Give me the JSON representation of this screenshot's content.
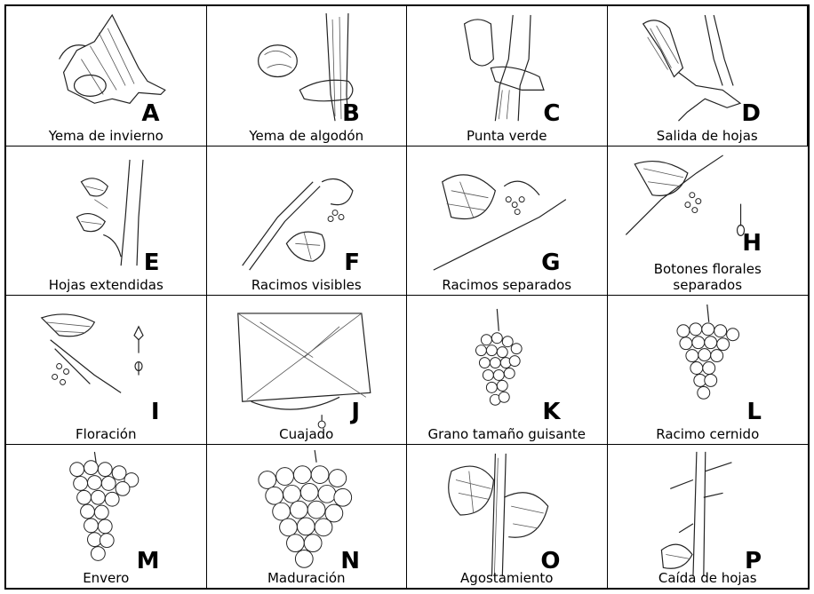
{
  "stages": [
    {
      "letter": "A",
      "caption": "Yema de invierno",
      "icon": "winter-bud-icon"
    },
    {
      "letter": "B",
      "caption": "Yema de algodón",
      "icon": "cotton-bud-icon"
    },
    {
      "letter": "C",
      "caption": "Punta verde",
      "icon": "green-tip-icon"
    },
    {
      "letter": "D",
      "caption": "Salida de hojas",
      "icon": "leaf-emergence-icon"
    },
    {
      "letter": "E",
      "caption": "Hojas extendidas",
      "icon": "spread-leaves-icon"
    },
    {
      "letter": "F",
      "caption": "Racimos visibles",
      "icon": "visible-clusters-icon"
    },
    {
      "letter": "G",
      "caption": "Racimos separados",
      "icon": "separated-clusters-icon"
    },
    {
      "letter": "H",
      "caption": "Botones florales\nseparados",
      "icon": "separated-flower-buds-icon"
    },
    {
      "letter": "I",
      "caption": "Floración",
      "icon": "flowering-icon"
    },
    {
      "letter": "J",
      "caption": "Cuajado",
      "icon": "fruit-set-icon"
    },
    {
      "letter": "K",
      "caption": "Grano tamaño guisante",
      "icon": "pea-size-berry-icon"
    },
    {
      "letter": "L",
      "caption": "Racimo cernido",
      "icon": "bunch-closure-icon"
    },
    {
      "letter": "M",
      "caption": "Envero",
      "icon": "veraison-icon"
    },
    {
      "letter": "N",
      "caption": "Maduración",
      "icon": "ripening-icon"
    },
    {
      "letter": "O",
      "caption": "Agostamiento",
      "icon": "cane-ripening-icon"
    },
    {
      "letter": "P",
      "caption": "Caída de hojas",
      "icon": "leaf-fall-icon"
    }
  ]
}
